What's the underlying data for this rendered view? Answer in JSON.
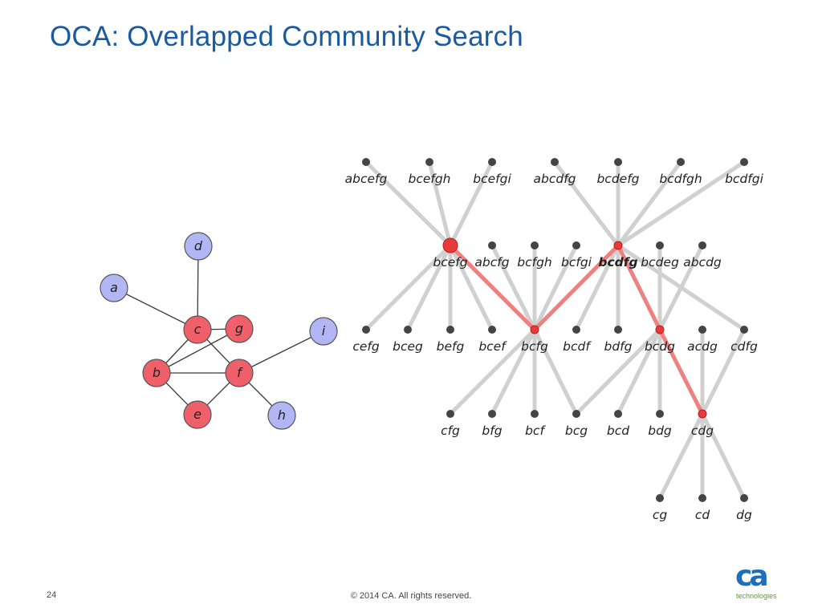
{
  "title": "OCA: Overlapped Community Search",
  "footer": {
    "page_number": "24",
    "copyright": "© 2014 CA. All rights reserved.",
    "logo_mark": "ca",
    "logo_sub": "technologies"
  },
  "colors": {
    "title": "#1a5a9e",
    "community_node": "#f0606a",
    "outside_node": "#b3b6f5",
    "lattice_edge": "#d0d0d0",
    "highlight_edge": "#f08080",
    "lattice_node": "#444444",
    "highlight_node": "#e83a3a"
  },
  "graph": {
    "nodes": [
      {
        "id": "a",
        "community": false
      },
      {
        "id": "d",
        "community": false
      },
      {
        "id": "c",
        "community": true
      },
      {
        "id": "g",
        "community": true
      },
      {
        "id": "i",
        "community": false
      },
      {
        "id": "b",
        "community": true
      },
      {
        "id": "f",
        "community": true
      },
      {
        "id": "e",
        "community": true
      },
      {
        "id": "h",
        "community": false
      }
    ],
    "edges": [
      [
        "d",
        "c"
      ],
      [
        "a",
        "c"
      ],
      [
        "c",
        "g"
      ],
      [
        "c",
        "b"
      ],
      [
        "c",
        "f"
      ],
      [
        "g",
        "b"
      ],
      [
        "b",
        "f"
      ],
      [
        "b",
        "e"
      ],
      [
        "e",
        "f"
      ],
      [
        "f",
        "i"
      ],
      [
        "f",
        "h"
      ]
    ]
  },
  "lattice": {
    "levels": [
      [
        "abcefg",
        "bcefgh",
        "bcefgi",
        "abcdfg",
        "bcdefg",
        "bcdfgh",
        "bcdfgi"
      ],
      [
        "bcefg",
        "abcfg",
        "bcfgh",
        "bcfgi",
        "bcdfg",
        "bcdeg",
        "abcdg"
      ],
      [
        "cefg",
        "bceg",
        "befg",
        "bcef",
        "bcfg",
        "bcdf",
        "bdfg",
        "bcdg",
        "acdg",
        "cdfg"
      ],
      [
        "cfg",
        "bfg",
        "bcf",
        "bcg",
        "bcd",
        "bdg",
        "cdg"
      ],
      [
        "cg",
        "cd",
        "dg"
      ]
    ],
    "edges": [
      [
        "abcefg",
        "bcefg"
      ],
      [
        "bcefgh",
        "bcefg"
      ],
      [
        "bcefgi",
        "bcefg"
      ],
      [
        "abcdfg",
        "bcdfg"
      ],
      [
        "bcdefg",
        "bcdfg"
      ],
      [
        "bcdfgh",
        "bcdfg"
      ],
      [
        "bcdfgi",
        "bcdfg"
      ],
      [
        "bcefg",
        "cefg"
      ],
      [
        "bcefg",
        "bceg"
      ],
      [
        "bcefg",
        "befg"
      ],
      [
        "bcefg",
        "bcef"
      ],
      [
        "bcefg",
        "bcfg"
      ],
      [
        "abcfg",
        "bcfg"
      ],
      [
        "bcfgh",
        "bcfg"
      ],
      [
        "bcfgi",
        "bcfg"
      ],
      [
        "bcdfg",
        "bcfg"
      ],
      [
        "bcdfg",
        "bcdf"
      ],
      [
        "bcdfg",
        "bdfg"
      ],
      [
        "bcdfg",
        "bcdg"
      ],
      [
        "bcdfg",
        "cdfg"
      ],
      [
        "bcdeg",
        "bcdg"
      ],
      [
        "abcdg",
        "bcdg"
      ],
      [
        "bcfg",
        "cfg"
      ],
      [
        "bcfg",
        "bfg"
      ],
      [
        "bcfg",
        "bcf"
      ],
      [
        "bcfg",
        "bcg"
      ],
      [
        "bcdg",
        "bcg"
      ],
      [
        "bcdg",
        "bcd"
      ],
      [
        "bcdg",
        "bdg"
      ],
      [
        "bcdg",
        "cdg"
      ],
      [
        "acdg",
        "cdg"
      ],
      [
        "cdfg",
        "cdg"
      ],
      [
        "cdg",
        "cg"
      ],
      [
        "cdg",
        "cd"
      ],
      [
        "cdg",
        "dg"
      ]
    ],
    "highlight_path": [
      "bcefg",
      "bcfg",
      "bcdfg",
      "bcdg",
      "cdg"
    ],
    "bold_labels": [
      "bcdfg"
    ],
    "large_nodes": [
      "bcefg"
    ]
  }
}
